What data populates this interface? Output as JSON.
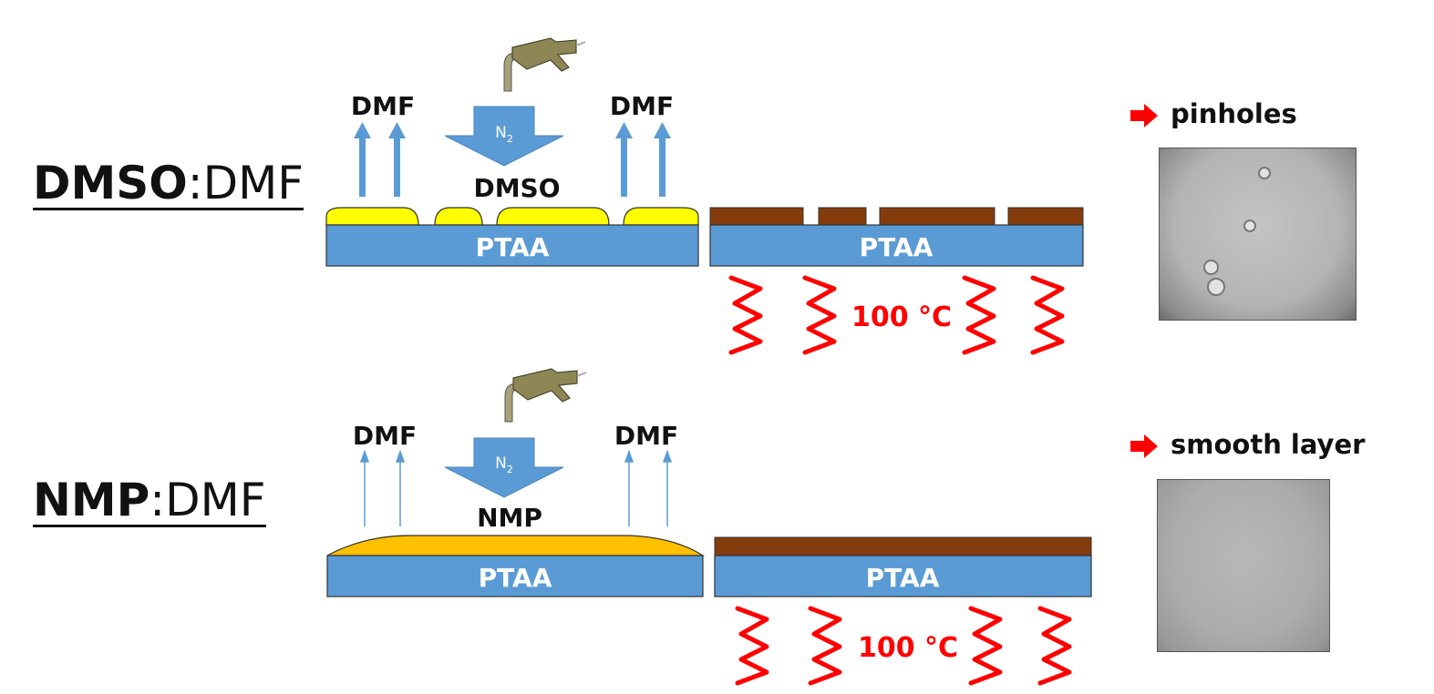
{
  "rows": [
    {
      "solvent_bold": "DMSO",
      "solvent_rest": ":DMF",
      "left_vapor_label": "DMF",
      "right_vapor_label": "DMF",
      "gas_label_base": "N",
      "gas_label_sub": "2",
      "residual_solvent": "DMSO",
      "substrate_label_left": "PTAA",
      "substrate_label_right": "PTAA",
      "anneal_temp": "100 °C",
      "result_label": "pinholes"
    },
    {
      "solvent_bold": "NMP",
      "solvent_rest": ":DMF",
      "left_vapor_label": "DMF",
      "right_vapor_label": "DMF",
      "gas_label_base": "N",
      "gas_label_sub": "2",
      "residual_solvent": "NMP",
      "substrate_label_left": "PTAA",
      "substrate_label_right": "PTAA",
      "anneal_temp": "100 °C",
      "result_label": "smooth layer"
    }
  ],
  "colors": {
    "ptaa_blue": "#5b9bd5",
    "arrow_blue": "#5b9bd5",
    "wet_film_dmso": "#ffff00",
    "wet_film_nmp": "#ffc000",
    "perovskite_brown": "#843c0c",
    "heat_red": "#ff0000",
    "gas_gun": "#8c8754"
  },
  "icons": [
    "n2-gas-gun-icon",
    "red-arrow-icon",
    "heat-wave-icon",
    "vapor-arrow-icon"
  ]
}
